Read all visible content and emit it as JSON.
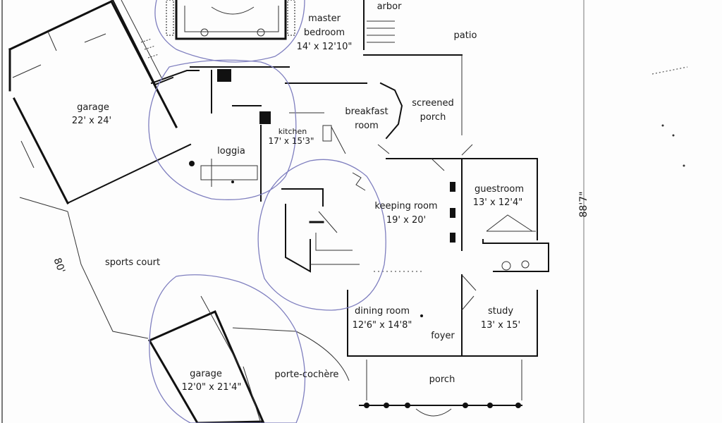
{
  "rooms": {
    "master_bedroom": {
      "name_l1": "master",
      "name_l2": "bedroom",
      "size": "14' x 12'10\""
    },
    "arbor": {
      "name": "arbor"
    },
    "patio": {
      "name": "patio"
    },
    "garage_large": {
      "name": "garage",
      "size": "22' x 24'"
    },
    "screened_porch": {
      "name_l1": "screened",
      "name_l2": "porch"
    },
    "breakfast_room": {
      "name_l1": "breakfast",
      "name_l2": "room"
    },
    "kitchen": {
      "name": "kitchen",
      "size": "17' x 15'3\""
    },
    "loggia": {
      "name": "loggia"
    },
    "guestroom": {
      "name": "guestroom",
      "size": "13' x 12'4\""
    },
    "keeping_room": {
      "name": "keeping room",
      "size": "19' x 20'"
    },
    "sports_court": {
      "name": "sports court"
    },
    "dining_room": {
      "name": "dining room",
      "size": "12'6\" x 14'8\""
    },
    "study": {
      "name": "study",
      "size": "13' x 15'"
    },
    "foyer": {
      "name": "foyer"
    },
    "garage_small": {
      "name": "garage",
      "size": "12'0\" x 21'4\""
    },
    "porte_cochere": {
      "name": "porte-cochère"
    },
    "porch": {
      "name": "porch"
    }
  },
  "dimensions": {
    "overall_depth": "88'7\"",
    "side": "80'"
  }
}
